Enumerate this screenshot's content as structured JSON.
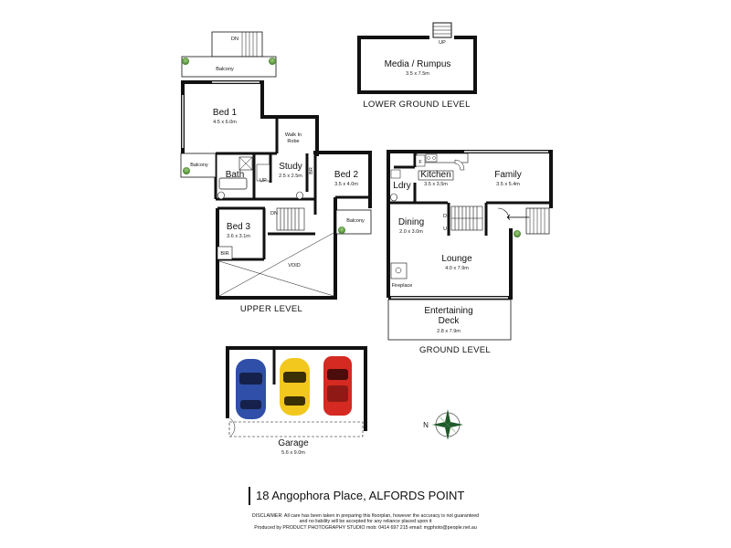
{
  "rooms": {
    "media": {
      "name": "Media / Rumpus",
      "dims": "3.5 x 7.5m"
    },
    "bed1": {
      "name": "Bed 1",
      "dims": "4.5 x 6.0m"
    },
    "walkin": {
      "line1": "Walk In",
      "line2": "Robe"
    },
    "bath": {
      "name": "Bath"
    },
    "study": {
      "name": "Study",
      "dims": "2.5 x 2.5m"
    },
    "bed2": {
      "name": "Bed 2",
      "dims": "3.5 x 4.0m"
    },
    "bed3": {
      "name": "Bed 3",
      "dims": "3.6 x 3.1m"
    },
    "kitchen": {
      "name": "Kitchen",
      "dims": "3.5 x 3.5m"
    },
    "family": {
      "name": "Family",
      "dims": "3.5 x 5.4m"
    },
    "laundry": {
      "name": "Ldry"
    },
    "dining": {
      "name": "Dining",
      "dims": "2.0 x 3.0m"
    },
    "lounge": {
      "name": "Lounge",
      "dims": "4.0 x 7.9m"
    },
    "deck": {
      "line1": "Entertaining",
      "line2": "Deck",
      "dims": "2.8 x 7.9m"
    },
    "garage": {
      "name": "Garage",
      "dims": "5.6 x 9.0m"
    }
  },
  "labels": {
    "balcony": "Balcony",
    "br": "BR",
    "bir": "BIR",
    "dn": "DN",
    "up": "UP",
    "void": "VOID",
    "fireplace": "Fireplace",
    "fridge": "F"
  },
  "levels": {
    "lower": "LOWER GROUND LEVEL",
    "upper": "UPPER LEVEL",
    "ground": "GROUND LEVEL"
  },
  "compass": {
    "letter": "N"
  },
  "car_colors": {
    "blue": "#2f4fa8",
    "yellow": "#f2c81e",
    "red": "#d42a22"
  },
  "address": "18 Angophora Place, ALFORDS POINT",
  "disclaimer": {
    "line1": "DISCLAIMER: All care has been taken in preparing this floorplan, however the accuracy is not guaranteed",
    "line2": "and no liability will be accepted for any reliance placed upon it",
    "line3": "Produced by PRODUCT PHOTOGRAPHY STUDIO mob: 0414 697 215 email: mgphoto@people.net.au"
  }
}
